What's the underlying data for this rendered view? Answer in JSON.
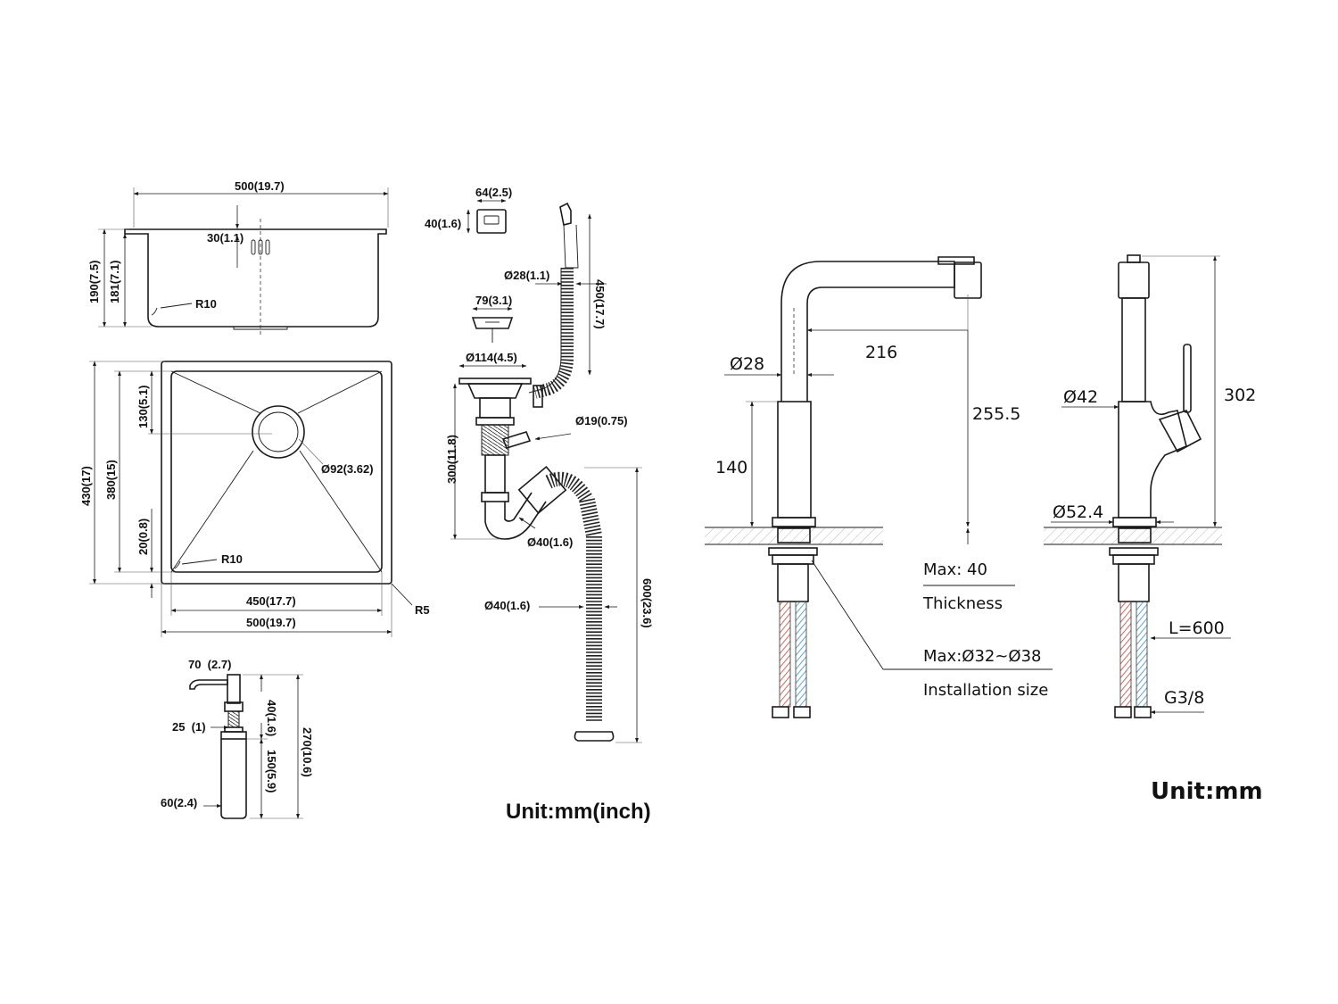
{
  "sink_top_view": {
    "width_label": "500(19.7)",
    "depth_label": "30(1.1)",
    "height_label": "190(7.5)",
    "inner_height_label": "181(7.1)",
    "corner_radius_label": "R10"
  },
  "sink_plan_view": {
    "outer_depth_label": "430(17)",
    "inner_depth_label": "380(15)",
    "drain_offset_label": "130(5.1)",
    "bottom_offset_label": "20(0.8)",
    "drain_diameter_label": "Ø92(3.62)",
    "inner_radius_label": "R10",
    "inner_width_label": "450(17.7)",
    "outer_width_label": "500(19.7)",
    "outer_radius_label": "R5"
  },
  "drain_kit": {
    "overflow_width_label": "64(2.5)",
    "overflow_height_label": "40(1.6)",
    "overflow_hose_diameter_label": "Ø28(1.1)",
    "overflow_hose_length_label": "450(17.7)",
    "strainer_label": "79(3.1)",
    "basket_diameter_label": "Ø114(4.5)",
    "side_inlet_label": "Ø19(0.75)",
    "trap_height_label": "300(11.8)",
    "trap_outlet_label": "Ø40(1.6)",
    "drain_hose_diameter_label": "Ø40(1.6)",
    "drain_hose_length_label": "600(23.6)"
  },
  "soap_dispenser": {
    "spout_label": "70  (2.7)",
    "head_height_label": "40(1.6)",
    "neck_label": "25  (1)",
    "total_height_label": "270(10.6)",
    "bottle_height_label": "150(5.9)",
    "bottle_diameter_label": "60(2.4)"
  },
  "unit_left": "Unit:mm(inch)",
  "faucet_front": {
    "spout_diameter_label": "Ø28",
    "reach_label": "216",
    "spout_height_label": "255.5",
    "body_height_label": "140"
  },
  "faucet_side": {
    "body_diameter_label": "Ø42",
    "total_height_label": "302",
    "base_diameter_label": "Ø52.4",
    "hose_length_label": "L=600",
    "thread_label": "G3/8"
  },
  "notes": {
    "thickness_value": "Max: 40",
    "thickness_caption": "Thickness",
    "hole_value": "Max:Ø32~Ø38",
    "hole_caption": "Installation size"
  },
  "unit_right": "Unit:mm"
}
